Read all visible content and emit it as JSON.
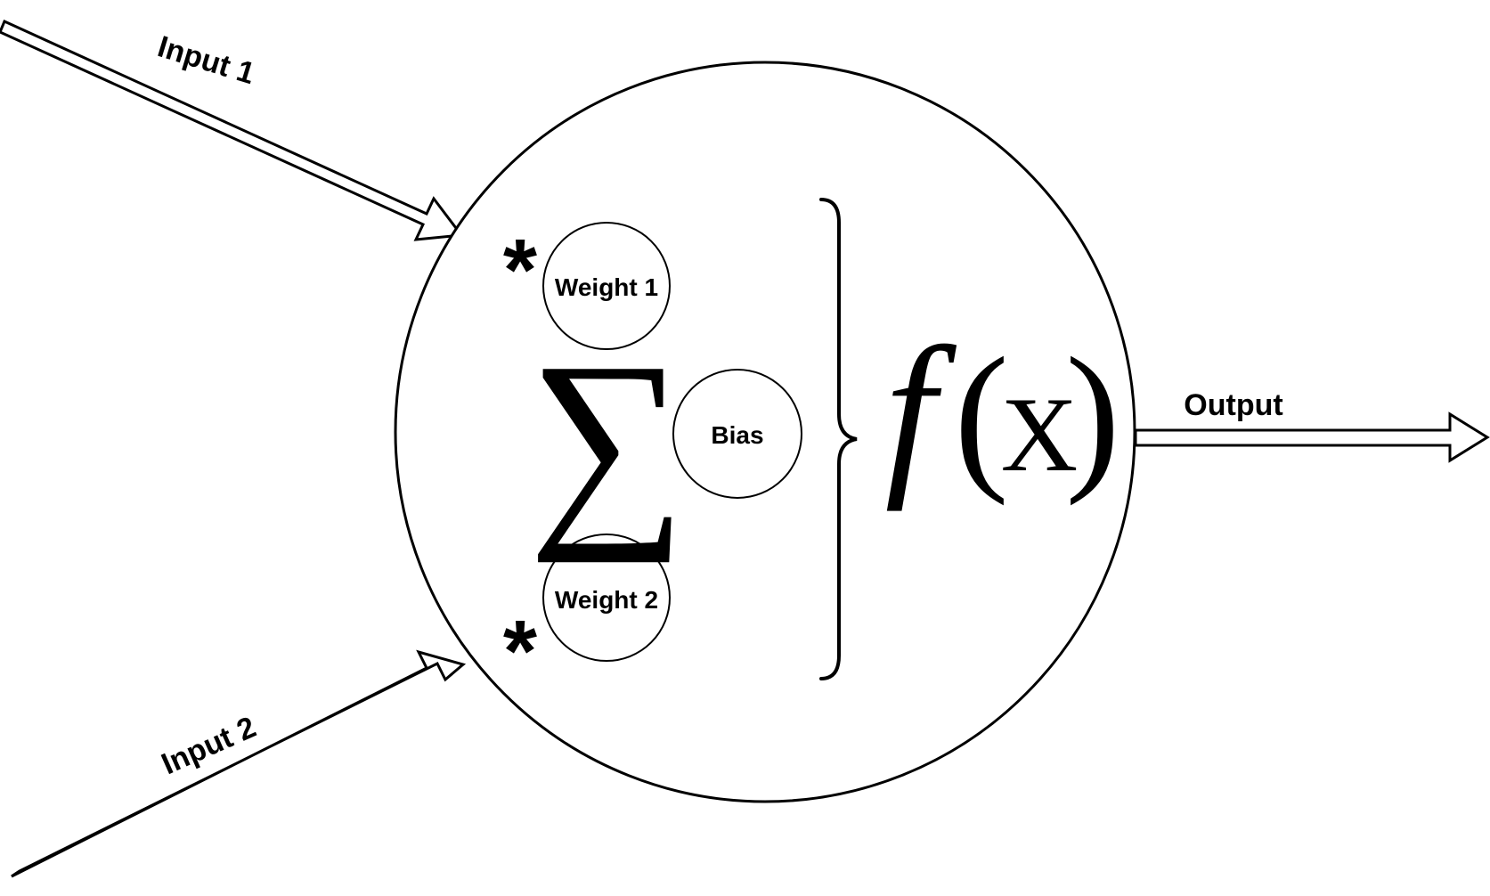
{
  "inputs": {
    "input1": "Input 1",
    "input2": "Input 2"
  },
  "neuron": {
    "weight1": "Weight 1",
    "weight2": "Weight 2",
    "bias": "Bias",
    "multiply_symbol": "*",
    "sum_symbol": "∑",
    "activation": {
      "function_name": "f",
      "open_paren": "(",
      "variable": "X",
      "close_paren": ")"
    }
  },
  "output": {
    "label": "Output"
  },
  "colors": {
    "stroke": "#000000",
    "fill": "#ffffff"
  }
}
